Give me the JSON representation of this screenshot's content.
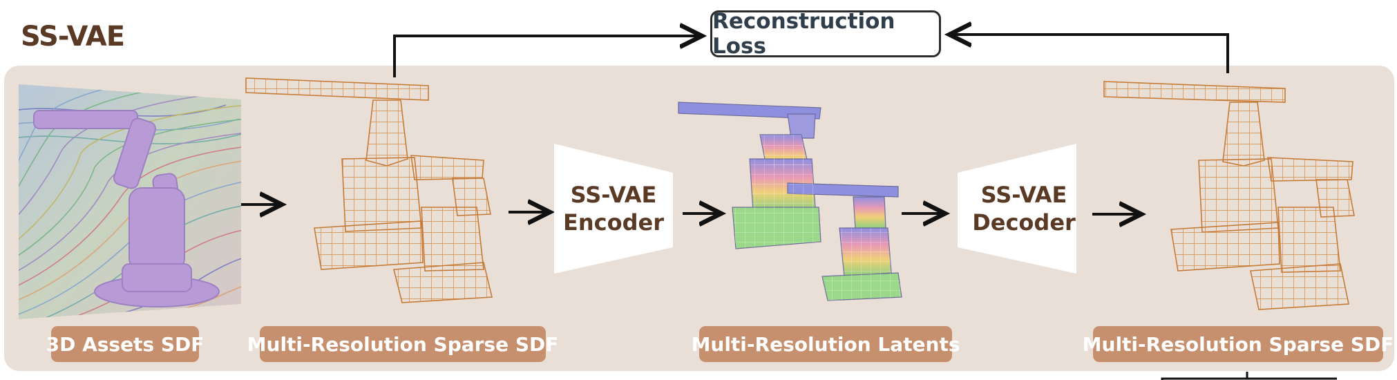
{
  "title": "SS-VAE",
  "loss_label": "Reconstruction Loss",
  "encoder": {
    "line1": "SS-VAE",
    "line2": "Encoder"
  },
  "decoder": {
    "line1": "SS-VAE",
    "line2": "Decoder"
  },
  "labels": {
    "assets": "3D Assets SDF",
    "sparse_in": "Multi-Resolution Sparse SDF",
    "latents": "Multi-Resolution Latents",
    "sparse_out": "Multi-Resolution Sparse SDF"
  },
  "colors": {
    "panel": "#eadfd6",
    "label": "#c6906e",
    "title": "#5b3a25",
    "voxel_edge": "#d08a45"
  }
}
